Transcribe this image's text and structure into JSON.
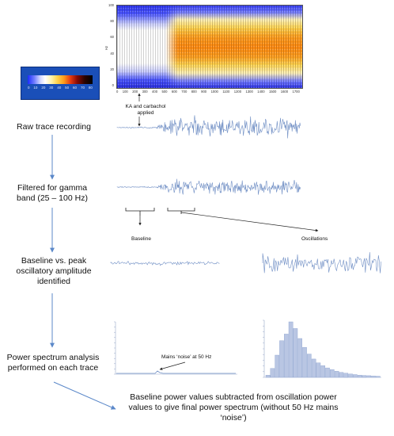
{
  "steps": [
    "Raw trace recording",
    "Filtered for gamma band (25 – 100 Hz)",
    "Baseline vs. peak oscillatory amplitude identified",
    "Power spectrum analysis performed on each trace",
    "Baseline power values subtracted from oscillation power values to give final power spectrum (without 50 Hz mains ‘noise’)"
  ],
  "spectrogram": {
    "y_axis_label": "Hz",
    "y_ticks": [
      "100",
      "80",
      "60",
      "40",
      "20",
      "0"
    ],
    "x_ticks": [
      "0",
      "100",
      "200",
      "300",
      "400",
      "500",
      "600",
      "700",
      "800",
      "900",
      "1000",
      "1100",
      "1200",
      "1300",
      "1400",
      "1500",
      "1600",
      "1700"
    ]
  },
  "colorbar": {
    "ticks": [
      "0",
      "10",
      "20",
      "30",
      "40",
      "50",
      "60",
      "70",
      "80"
    ]
  },
  "annotations": {
    "drug_applied": "KA and carbachol applied",
    "mains_noise": "Mains ‘noise’ at 50 Hz"
  },
  "segments": {
    "baseline": "Baseline",
    "oscillations": "Oscillations"
  },
  "colors": {
    "trace": "#6f8ec4",
    "arrow": "#5b88c9",
    "accent_line": "#4f7fc6"
  }
}
